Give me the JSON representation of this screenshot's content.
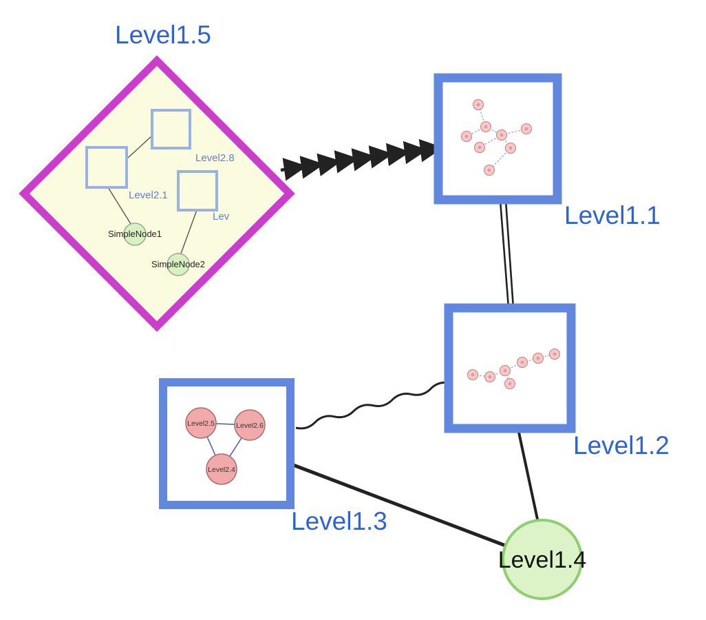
{
  "colors": {
    "label_blue": "#2f63cf",
    "group_border_magenta": "#cb3ecb",
    "group_fill_yellow": "#fbfbdf",
    "node_border_blue": "#6287de",
    "leaf_green_fill": "#dcf3c8",
    "leaf_green_border": "#8fce72",
    "mini_node_pink": "#f6caca",
    "inner_node_pink": "#f1a9a9",
    "edge_black": "#222222"
  },
  "nodes": {
    "level15": {
      "label": "Level1.5",
      "type": "group-diamond",
      "children": {
        "level28": "Level2.8",
        "level21": "Level2.1",
        "lev": "Lev",
        "simple1": "SimpleNode1",
        "simple2": "SimpleNode2"
      }
    },
    "level11": {
      "label": "Level1.1",
      "type": "group-square"
    },
    "level12": {
      "label": "Level1.2",
      "type": "group-square"
    },
    "level13": {
      "label": "Level1.3",
      "type": "group-square",
      "children": {
        "level25": "Level2.5",
        "level26": "Level2.6",
        "level24": "Level2.4"
      }
    },
    "level14": {
      "label": "Level1.4",
      "type": "circle"
    }
  },
  "edges": [
    {
      "from": "Level1.5",
      "to": "Level1.1",
      "style": "dashed-arrow"
    },
    {
      "from": "Level1.1",
      "to": "Level1.2",
      "style": "double-line"
    },
    {
      "from": "Level1.3",
      "to": "Level1.2",
      "style": "wavy"
    },
    {
      "from": "Level1.3",
      "to": "Level1.4",
      "style": "solid"
    },
    {
      "from": "Level1.2",
      "to": "Level1.4",
      "style": "solid"
    }
  ]
}
